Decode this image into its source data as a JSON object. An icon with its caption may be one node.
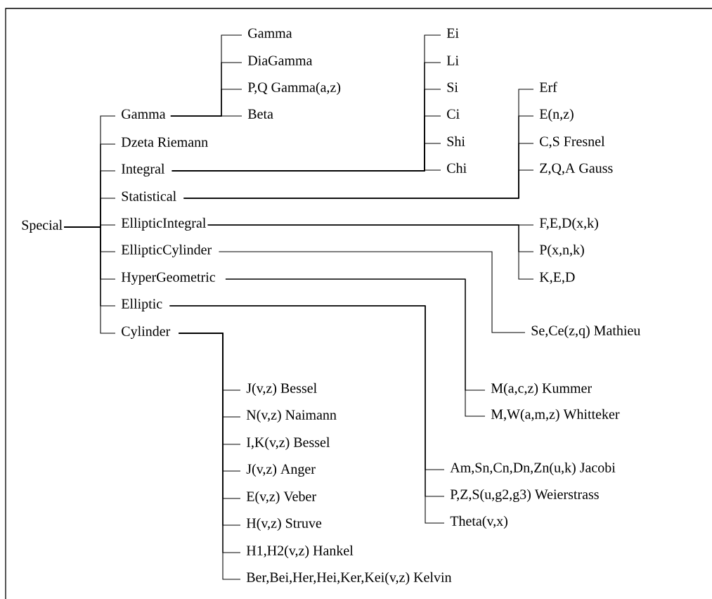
{
  "diagram": {
    "nodes": [
      {
        "text": [
          "Special"
        ]
      },
      {
        "text": [
          "Gamma"
        ]
      },
      {
        "text": [
          "Dzeta Riemann"
        ]
      },
      {
        "text": [
          "Integral"
        ]
      },
      {
        "text": [
          "Statistical"
        ]
      },
      {
        "text": [
          "EllipticIntegral"
        ]
      },
      {
        "text": [
          "EllipticCylinder"
        ]
      },
      {
        "text": [
          "HyperGeometric"
        ]
      },
      {
        "text": [
          "Elliptic"
        ]
      },
      {
        "text": [
          "Cylinder"
        ]
      },
      {
        "text": [
          "Gamma"
        ]
      },
      {
        "text": [
          "DiaGamma"
        ]
      },
      {
        "text": [
          "P,Q Gamma(a,z)"
        ]
      },
      {
        "text": [
          "Beta"
        ]
      },
      {
        "text": [
          "Ei"
        ]
      },
      {
        "text": [
          "Li"
        ]
      },
      {
        "text": [
          "Si"
        ]
      },
      {
        "text": [
          "Ci"
        ]
      },
      {
        "text": [
          "Shi"
        ]
      },
      {
        "text": [
          "Chi"
        ]
      },
      {
        "text": [
          "Erf"
        ]
      },
      {
        "text": [
          "E(n,z)"
        ]
      },
      {
        "text": [
          "C,S Fresnel"
        ]
      },
      {
        "text": [
          "Z,Q,A Gauss"
        ]
      },
      {
        "text": [
          "F,E,D(x,k)"
        ]
      },
      {
        "text": [
          "P(x,n,k)"
        ]
      },
      {
        "text": [
          "K,E,D"
        ]
      },
      {
        "text": [
          "Se,Ce(z,q) Mathieu"
        ]
      },
      {
        "text": [
          "M(a,c,z) Kummer"
        ]
      },
      {
        "text": [
          "M,W(a,m,z) Whitteker"
        ]
      },
      {
        "text": [
          "Am,Sn,Cn,Dn,Zn(u,k) Jacobi"
        ]
      },
      {
        "text": [
          "P,Z,S(u,g2,g3) Weierstrass"
        ]
      },
      {
        "text": [
          "Theta(v,x)"
        ]
      },
      {
        "text": [
          "J(v,z) Bessel"
        ]
      },
      {
        "text": [
          "N(v,z) Naimann"
        ]
      },
      {
        "text": [
          "I,K(v,z) Bessel"
        ]
      },
      {
        "text": [
          "J(v,z) Anger"
        ]
      },
      {
        "text": [
          "E(v,z) Veber"
        ]
      },
      {
        "text": [
          "H(v,z) Struve"
        ]
      },
      {
        "text": [
          "H1,H2(v,z) Hankel"
        ]
      },
      {
        "text": [
          "Ber,Bei,Her,Hei,Ker,Kei(v,z) Kelvin"
        ]
      }
    ],
    "edges": [
      {
        "from": 0,
        "to": 1,
        "arrow": "none"
      },
      {
        "from": 0,
        "to": 2,
        "arrow": "none"
      },
      {
        "from": 0,
        "to": 3,
        "arrow": "none"
      },
      {
        "from": 0,
        "to": 4,
        "arrow": "none"
      },
      {
        "from": 0,
        "to": 5,
        "arrow": "none"
      },
      {
        "from": 0,
        "to": 6,
        "arrow": "none"
      },
      {
        "from": 0,
        "to": 7,
        "arrow": "none"
      },
      {
        "from": 0,
        "to": 8,
        "arrow": "none"
      },
      {
        "from": 0,
        "to": 9,
        "arrow": "none"
      },
      {
        "from": 1,
        "to": 10,
        "arrow": "none"
      },
      {
        "from": 1,
        "to": 11,
        "arrow": "none"
      },
      {
        "from": 1,
        "to": 12,
        "arrow": "none"
      },
      {
        "from": 1,
        "to": 13,
        "arrow": "none"
      },
      {
        "from": 3,
        "to": 14,
        "arrow": "none"
      },
      {
        "from": 3,
        "to": 15,
        "arrow": "none"
      },
      {
        "from": 3,
        "to": 16,
        "arrow": "none"
      },
      {
        "from": 3,
        "to": 17,
        "arrow": "none"
      },
      {
        "from": 3,
        "to": 18,
        "arrow": "none"
      },
      {
        "from": 3,
        "to": 19,
        "arrow": "none"
      },
      {
        "from": 4,
        "to": 20,
        "arrow": "none"
      },
      {
        "from": 4,
        "to": 21,
        "arrow": "none"
      },
      {
        "from": 4,
        "to": 22,
        "arrow": "none"
      },
      {
        "from": 4,
        "to": 23,
        "arrow": "none"
      },
      {
        "from": 5,
        "to": 24,
        "arrow": "none"
      },
      {
        "from": 5,
        "to": 25,
        "arrow": "none"
      },
      {
        "from": 5,
        "to": 26,
        "arrow": "none"
      },
      {
        "from": 6,
        "to": 27,
        "arrow": "none"
      },
      {
        "from": 7,
        "to": 28,
        "arrow": "none"
      },
      {
        "from": 7,
        "to": 29,
        "arrow": "none"
      },
      {
        "from": 8,
        "to": 30,
        "arrow": "none"
      },
      {
        "from": 8,
        "to": 31,
        "arrow": "none"
      },
      {
        "from": 8,
        "to": 32,
        "arrow": "none"
      },
      {
        "from": 9,
        "to": 33,
        "arrow": "none"
      },
      {
        "from": 9,
        "to": 34,
        "arrow": "none"
      },
      {
        "from": 9,
        "to": 35,
        "arrow": "none"
      },
      {
        "from": 9,
        "to": 36,
        "arrow": "none"
      },
      {
        "from": 9,
        "to": 37,
        "arrow": "none"
      },
      {
        "from": 9,
        "to": 38,
        "arrow": "none"
      },
      {
        "from": 9,
        "to": 39,
        "arrow": "none"
      },
      {
        "from": 9,
        "to": 40,
        "arrow": "none"
      }
    ]
  }
}
